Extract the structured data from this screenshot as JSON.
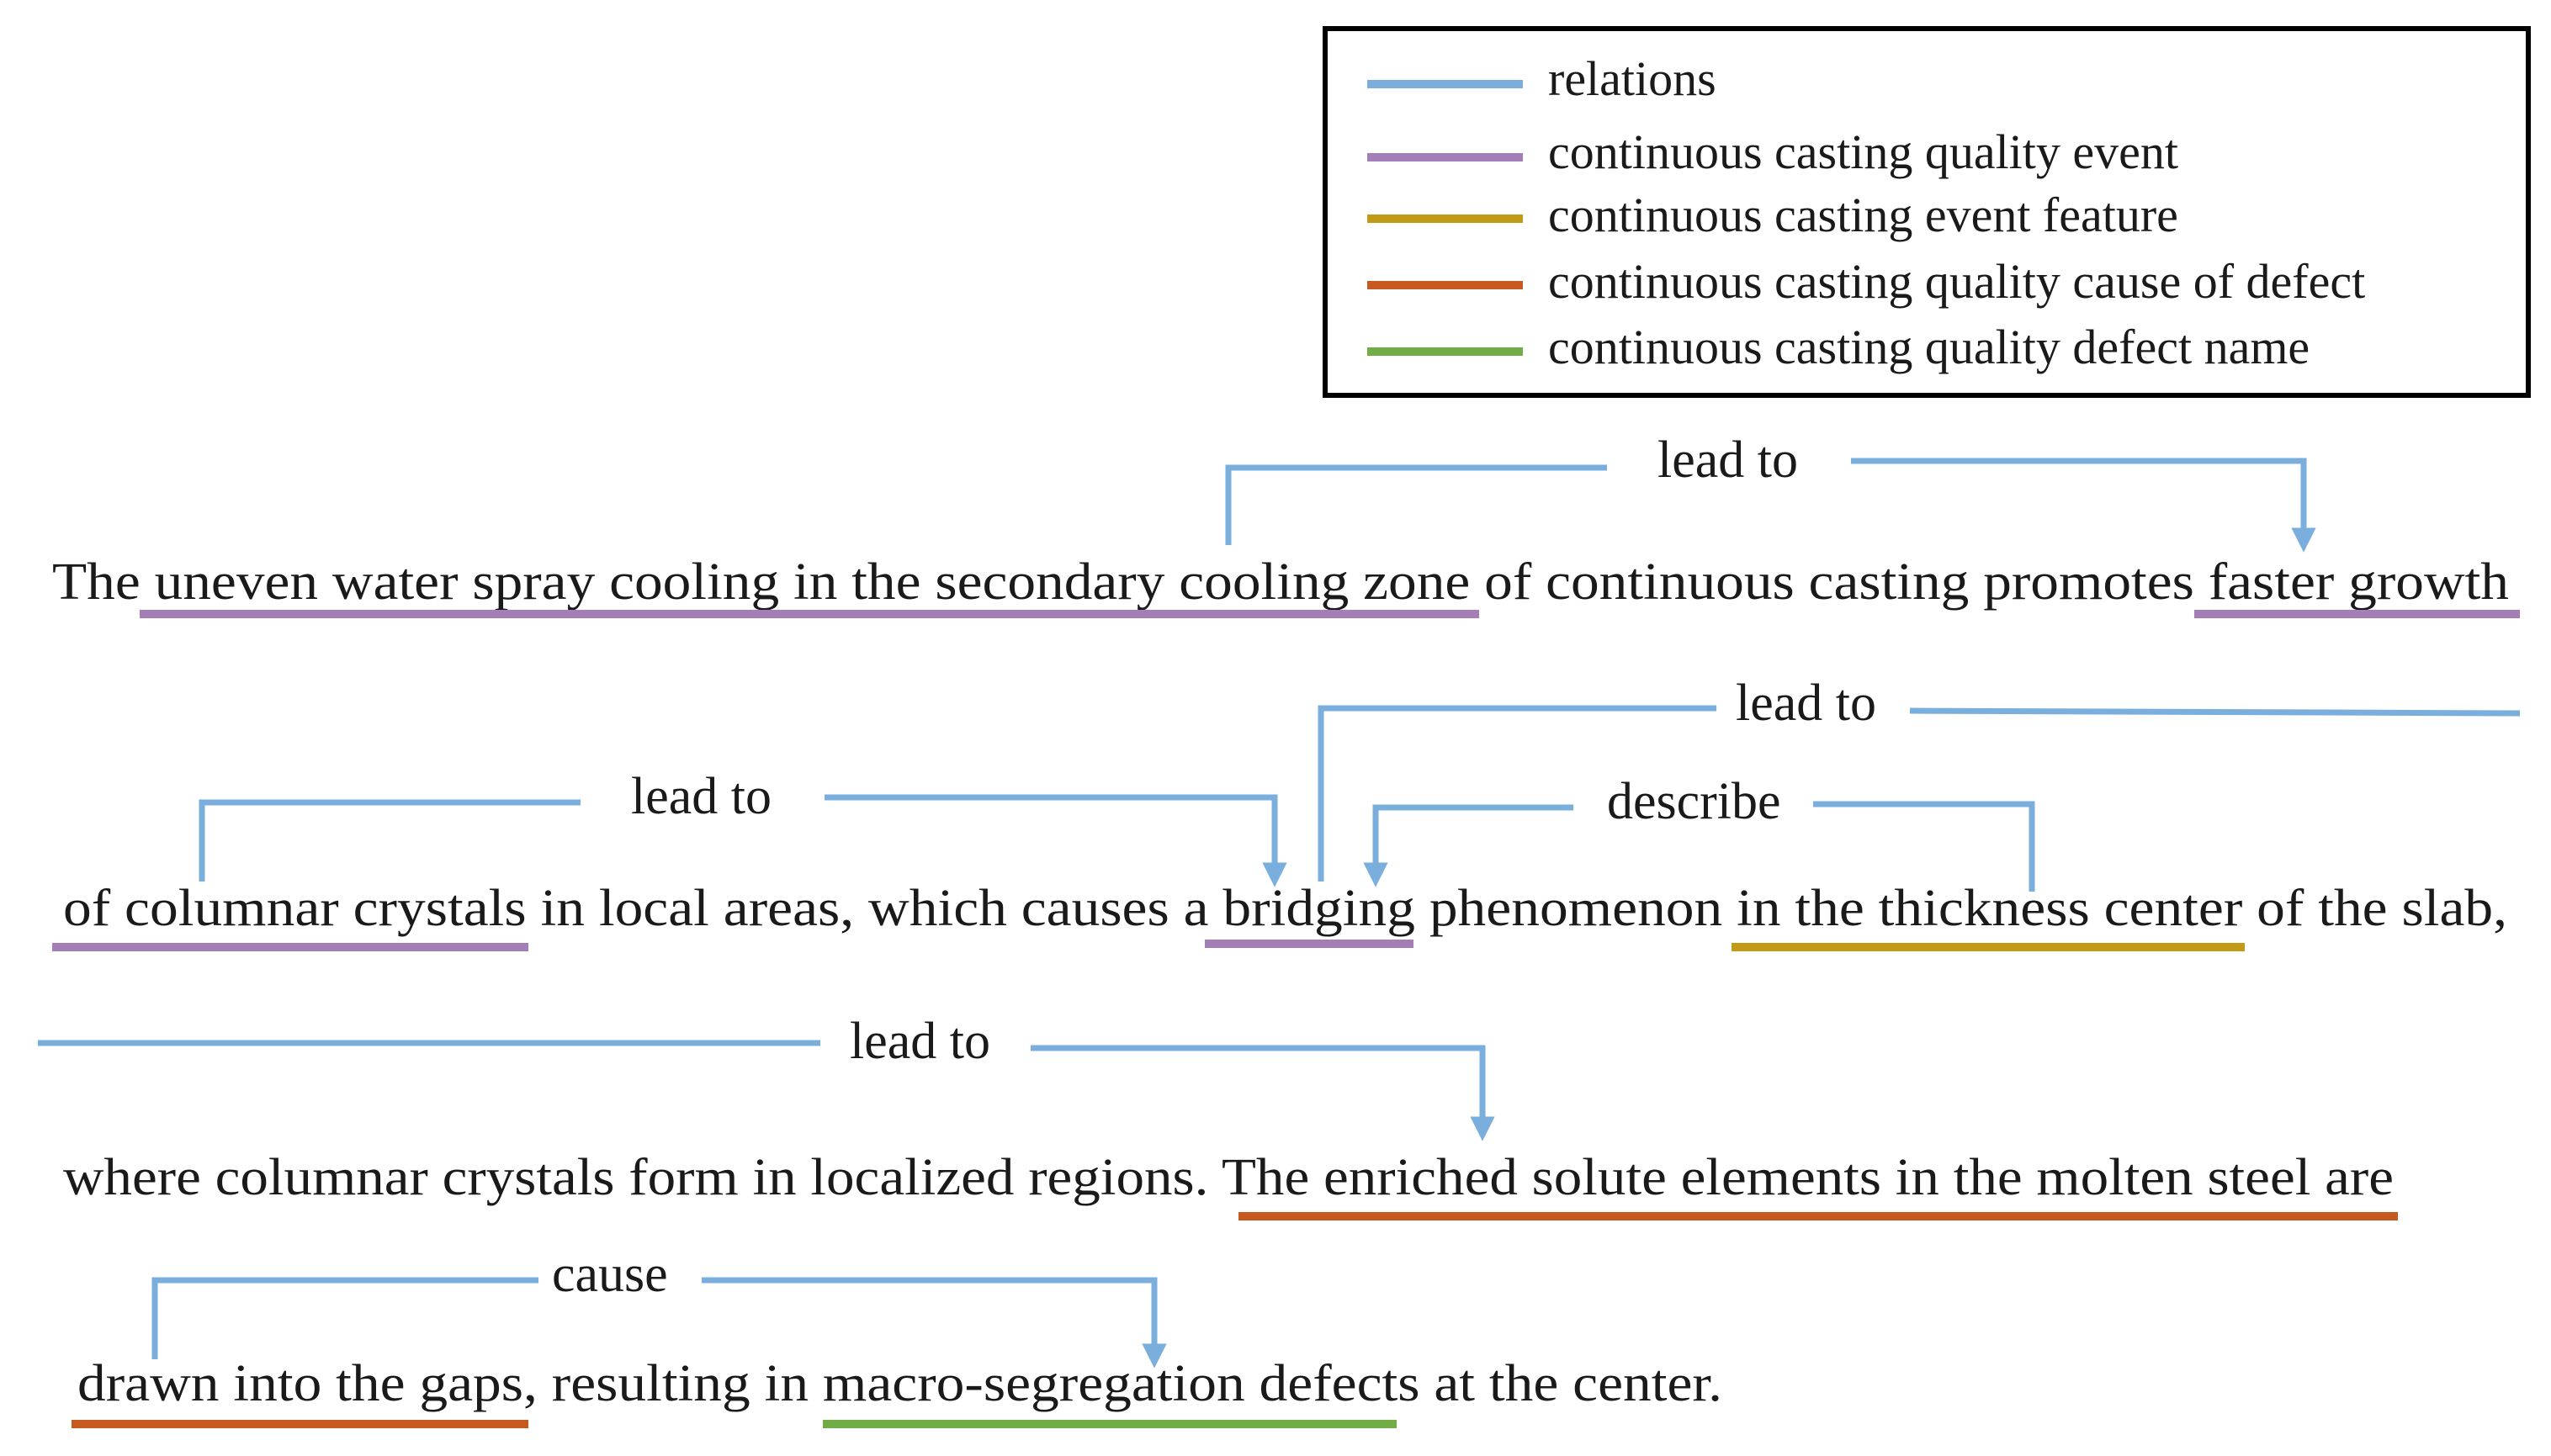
{
  "legend": {
    "items": [
      {
        "label": "relations",
        "color": "#7aaedc"
      },
      {
        "label": "continuous casting quality event",
        "color": "#a47eb6"
      },
      {
        "label": "continuous casting event feature",
        "color": "#c29a16"
      },
      {
        "label": "continuous casting quality cause of defect",
        "color": "#c65a1e"
      },
      {
        "label": "continuous casting quality defect name",
        "color": "#70ad47"
      }
    ]
  },
  "text_lines": [
    "The uneven water spray cooling in the secondary cooling zone of continuous casting promotes faster growth",
    "of columnar crystals in local areas, which causes a bridging phenomenon in the thickness center of the slab,",
    "where columnar crystals form in localized regions. The enriched solute elements in the molten steel are",
    "drawn into the gaps, resulting in macro-segregation defects at the center."
  ],
  "relations": [
    {
      "label": "lead to"
    },
    {
      "label": "lead to"
    },
    {
      "label": "lead to"
    },
    {
      "label": "describe"
    },
    {
      "label": "lead to"
    },
    {
      "label": "cause"
    }
  ],
  "colors": {
    "relation": "#7aaedc",
    "event": "#a47eb6",
    "feature": "#c29a16",
    "cause": "#c65a1e",
    "defect": "#70ad47",
    "text": "#1a1a1a",
    "legend_border": "#000000"
  }
}
